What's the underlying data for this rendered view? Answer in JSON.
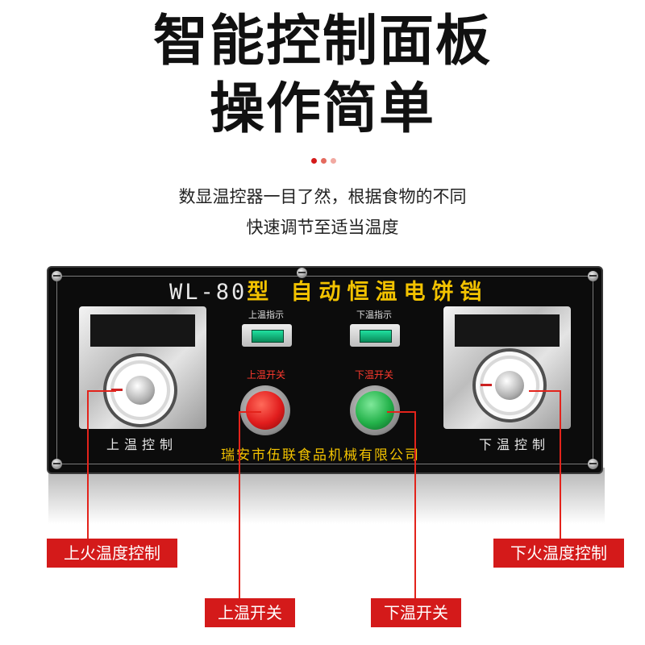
{
  "headline": {
    "line1": "智能控制面板",
    "line2": "操作简单"
  },
  "subtitle": {
    "line1": "数显温控器一目了然，根据食物的不同",
    "line2": "快速调节至适当温度"
  },
  "panel": {
    "model": "WL-80",
    "model_suffix": "型",
    "product_name": "自动恒温电饼铛",
    "upper_indicator": "上温指示",
    "lower_indicator": "下温指示",
    "upper_switch": "上温开关",
    "lower_switch": "下温开关",
    "upper_control": "上温控制",
    "lower_control": "下温控制",
    "manufacturer": "瑞安市伍联食品机械有限公司",
    "upper_button_color": "#e11d1d",
    "lower_button_color": "#23b24a"
  },
  "callouts": {
    "upper_temp_control": "上火温度控制",
    "lower_temp_control": "下火温度控制",
    "upper_switch": "上温开关",
    "lower_switch": "下温开关"
  },
  "colors": {
    "accent": "#d41a1a",
    "dot_colors": [
      "#d41a1a",
      "#e46a5e",
      "#f1a9a1"
    ]
  }
}
